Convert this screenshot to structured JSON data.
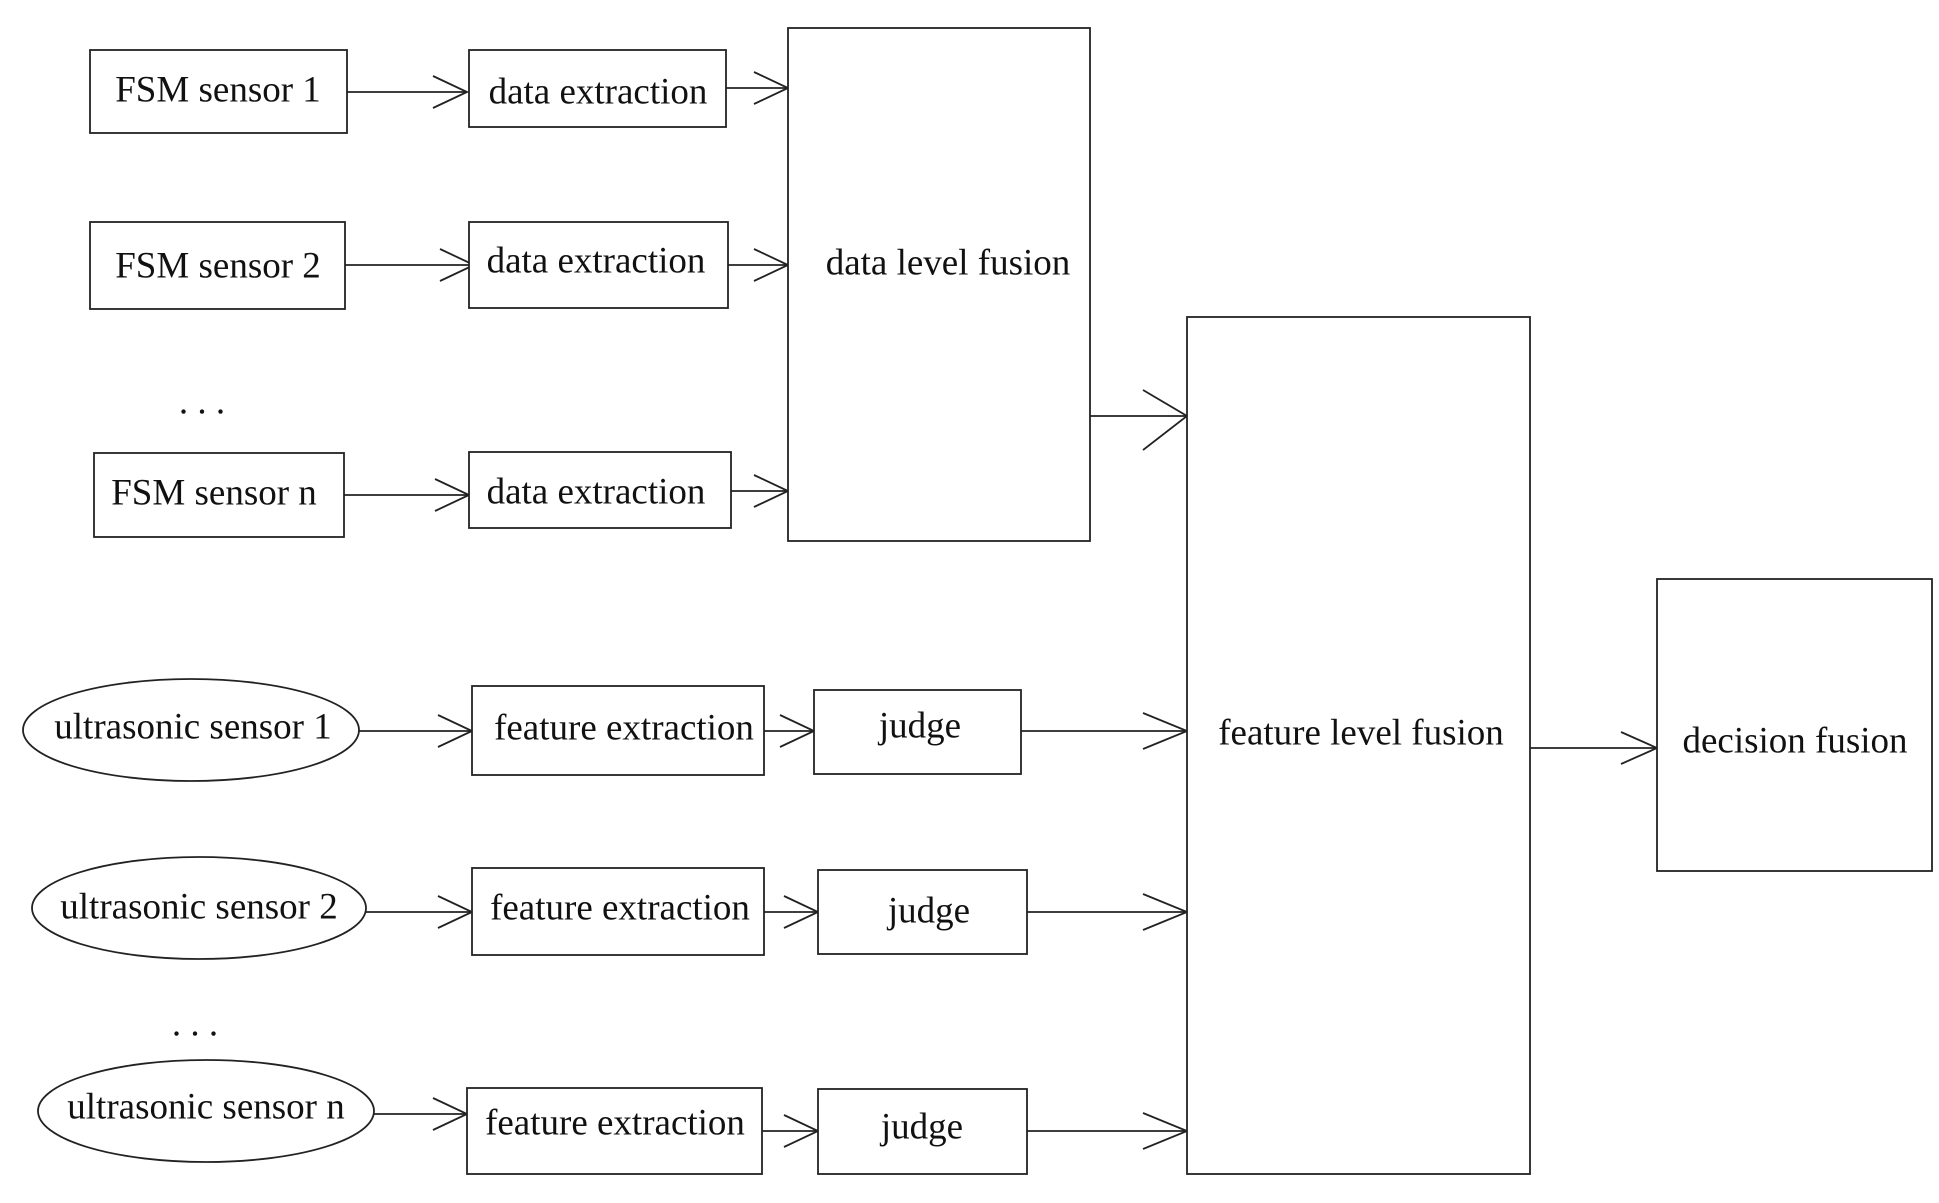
{
  "fsm_sensors": {
    "sensor_1": "FSM sensor 1",
    "sensor_2": "FSM sensor 2",
    "ellipsis": ". . .",
    "sensor_n": "FSM sensor n"
  },
  "data_extraction": {
    "row_1": "data extraction",
    "row_2": "data extraction",
    "row_n": "data extraction"
  },
  "data_level_fusion": "data level fusion",
  "ultrasonic_sensors": {
    "sensor_1": "ultrasonic sensor 1",
    "sensor_2": "ultrasonic sensor 2",
    "ellipsis": ". . .",
    "sensor_n": "ultrasonic sensor n"
  },
  "feature_extraction": {
    "row_1": "feature extraction",
    "row_2": "feature extraction",
    "row_n": "feature extraction"
  },
  "judge": {
    "row_1": "judge",
    "row_2": "judge",
    "row_n": "judge"
  },
  "feature_level_fusion": "feature level fusion",
  "decision_fusion": "decision fusion"
}
